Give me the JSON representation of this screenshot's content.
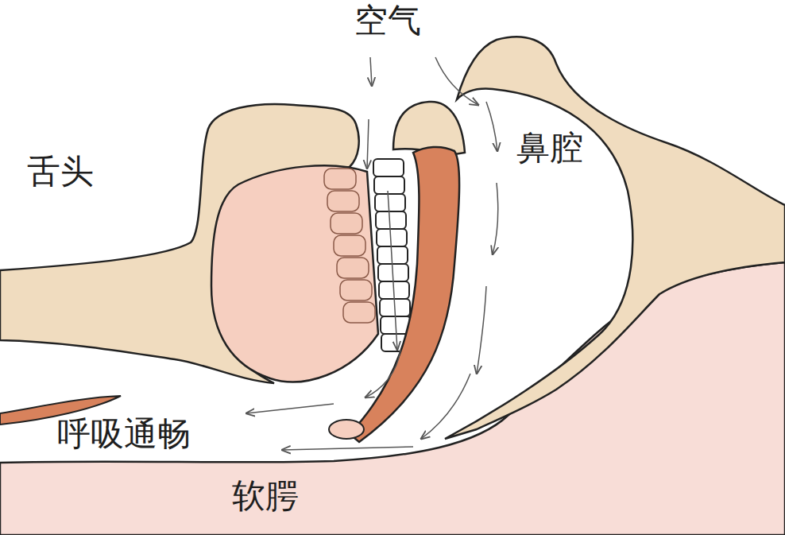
{
  "diagram": {
    "labels": [
      "空气",
      "鼻腔",
      "舌头",
      "呼吸通畅",
      "软腭"
    ]
  }
}
